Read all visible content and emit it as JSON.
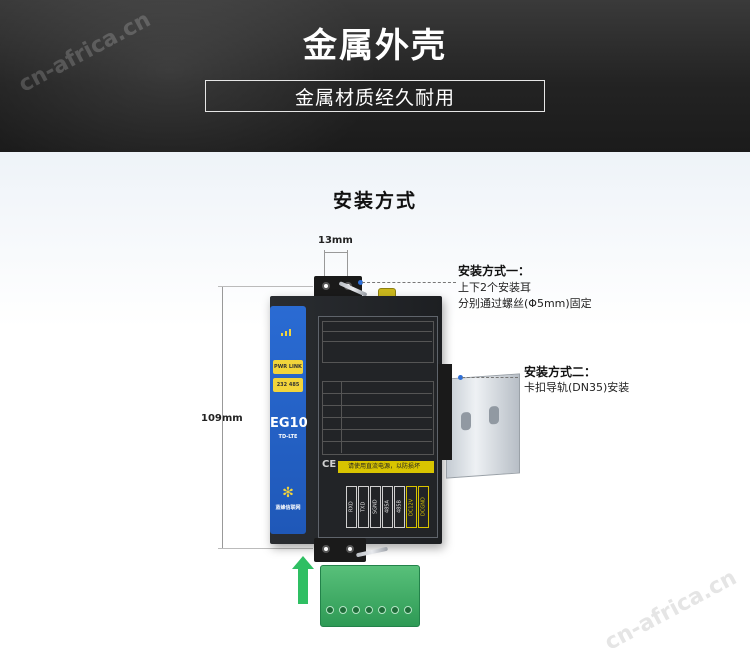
{
  "banner": {
    "title": "金属外壳",
    "subtitle": "金属材质经久耐用"
  },
  "watermark": "cn-africa.cn",
  "section": {
    "title": "安装方式"
  },
  "dimensions": {
    "width_label": "13mm",
    "height_label": "109mm"
  },
  "method1": {
    "title": "安装方式一：",
    "line1": "上下2个安装耳",
    "line2": "分别通过螺丝(Φ5mm)固定"
  },
  "method2": {
    "title": "安装方式二：",
    "line1": "卡扣导轨(DN35)安装"
  },
  "device": {
    "model": "EG10",
    "sub_model": "TD-LTE",
    "led1": "PWR LINK",
    "led2": "232 485",
    "brand": "蓝蜂信联网",
    "warning": "请使用直流电源，以防损坏",
    "ce": "CE",
    "pins": [
      "RXD",
      "TXD",
      "SGND",
      "485A",
      "485B",
      "DC12V",
      "DCGND"
    ]
  },
  "colors": {
    "banner_bg": "#232323",
    "device_panel": "#1f58b8",
    "connector": "#2e9a55",
    "accent_dot": "#2e6fd8"
  }
}
